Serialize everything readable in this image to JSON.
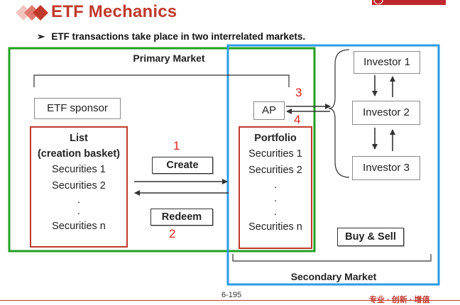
{
  "header": {
    "title": "ETF Mechanics",
    "subtitle_bullet": "➢",
    "subtitle": "ETF transactions take place in two interrelated markets."
  },
  "primary_market": {
    "label": "Primary Market"
  },
  "secondary_market": {
    "label": "Secondary Market"
  },
  "sponsor": {
    "label": "ETF sponsor"
  },
  "list_box": {
    "title_line1": "List",
    "title_line2": "(creation basket)",
    "items": [
      "Securities 1",
      "Securities 2",
      ".",
      ".",
      "Securities n"
    ]
  },
  "portfolio_box": {
    "title": "Portfolio",
    "items": [
      "Securities 1",
      "Securities 2",
      ".",
      ".",
      ".",
      "Securities n"
    ]
  },
  "ap": {
    "label": "AP"
  },
  "actions": {
    "create": "Create",
    "redeem": "Redeem",
    "buy_sell": "Buy & Sell"
  },
  "step_numbers": {
    "one": "1",
    "two": "2",
    "three": "3",
    "four": "4"
  },
  "investors": [
    "Investor 1",
    "Investor 2",
    "Investor 3"
  ],
  "footer": {
    "page": "6-195",
    "slogan": "专业 · 创新 · 增值"
  },
  "colors": {
    "title": "#c0392b",
    "primary_border": "#22a022",
    "secondary_border": "#2b9be6",
    "red_box_border": "#c0392b",
    "step_number": "#e4231b"
  }
}
